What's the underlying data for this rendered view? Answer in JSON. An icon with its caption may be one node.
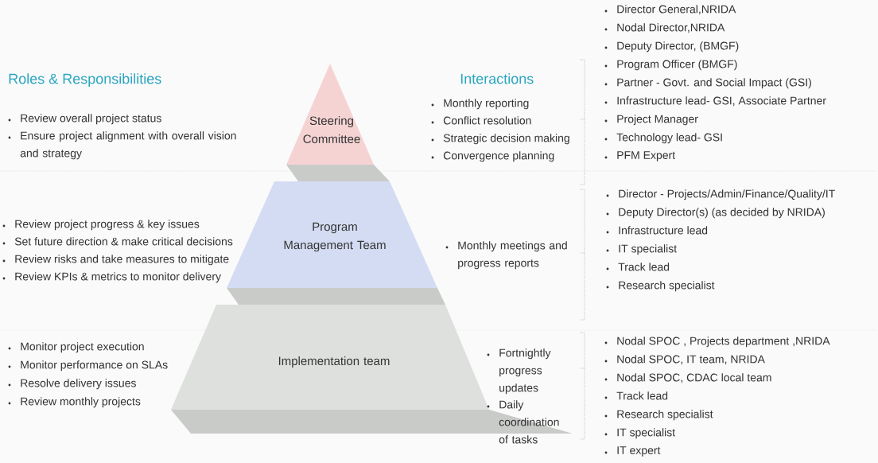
{
  "diagram": {
    "nodes": [
      {
        "text": [
          "Steering Committee"
        ]
      },
      {
        "text": [
          "Program Management Team"
        ]
      },
      {
        "text": [
          "Implementation team"
        ]
      }
    ],
    "labels": [
      "Roles & Responsibilities",
      "Interactions",
      "Review overall project status",
      "Ensure project alignment with overall vision and strategy",
      "Monthly reporting",
      "Conflict resolution",
      "Strategic decision making",
      "Convergence planning",
      "Director General,NRIDA",
      "Nodal Director,NRIDA",
      "Deputy Director, (BMGF)",
      "Program Officer (BMGF)",
      "Partner - Govt. and Social Impact (GSI)",
      "Infrastructure lead- GSI, Associate Partner",
      "Project Manager",
      "Technology lead- GSI",
      "PFM Expert",
      "Review project progress & key issues",
      "Set future direction & make critical decisions",
      "Review risks and take measures to mitigate",
      "Review KPIs & metrics to monitor delivery",
      "Monthly meetings and progress reports",
      "Director - Projects/Admin/Finance/Quality/IT",
      "Deputy Director(s) (as decided by NRIDA)",
      "Infrastructure lead",
      "IT specialist",
      "Track lead",
      "Research specialist",
      "Monitor project execution",
      "Monitor performance on SLAs",
      "Resolve delivery issues",
      "Review monthly projects",
      "Fortnightly progress updates",
      "Daily coordination of tasks",
      "Nodal SPOC , Projects department ,NRIDA",
      "Nodal SPOC, IT team, NRIDA",
      "Nodal SPOC, CDAC local team",
      "Track lead",
      "Research specialist",
      "IT specialist",
      "IT expert"
    ]
  }
}
